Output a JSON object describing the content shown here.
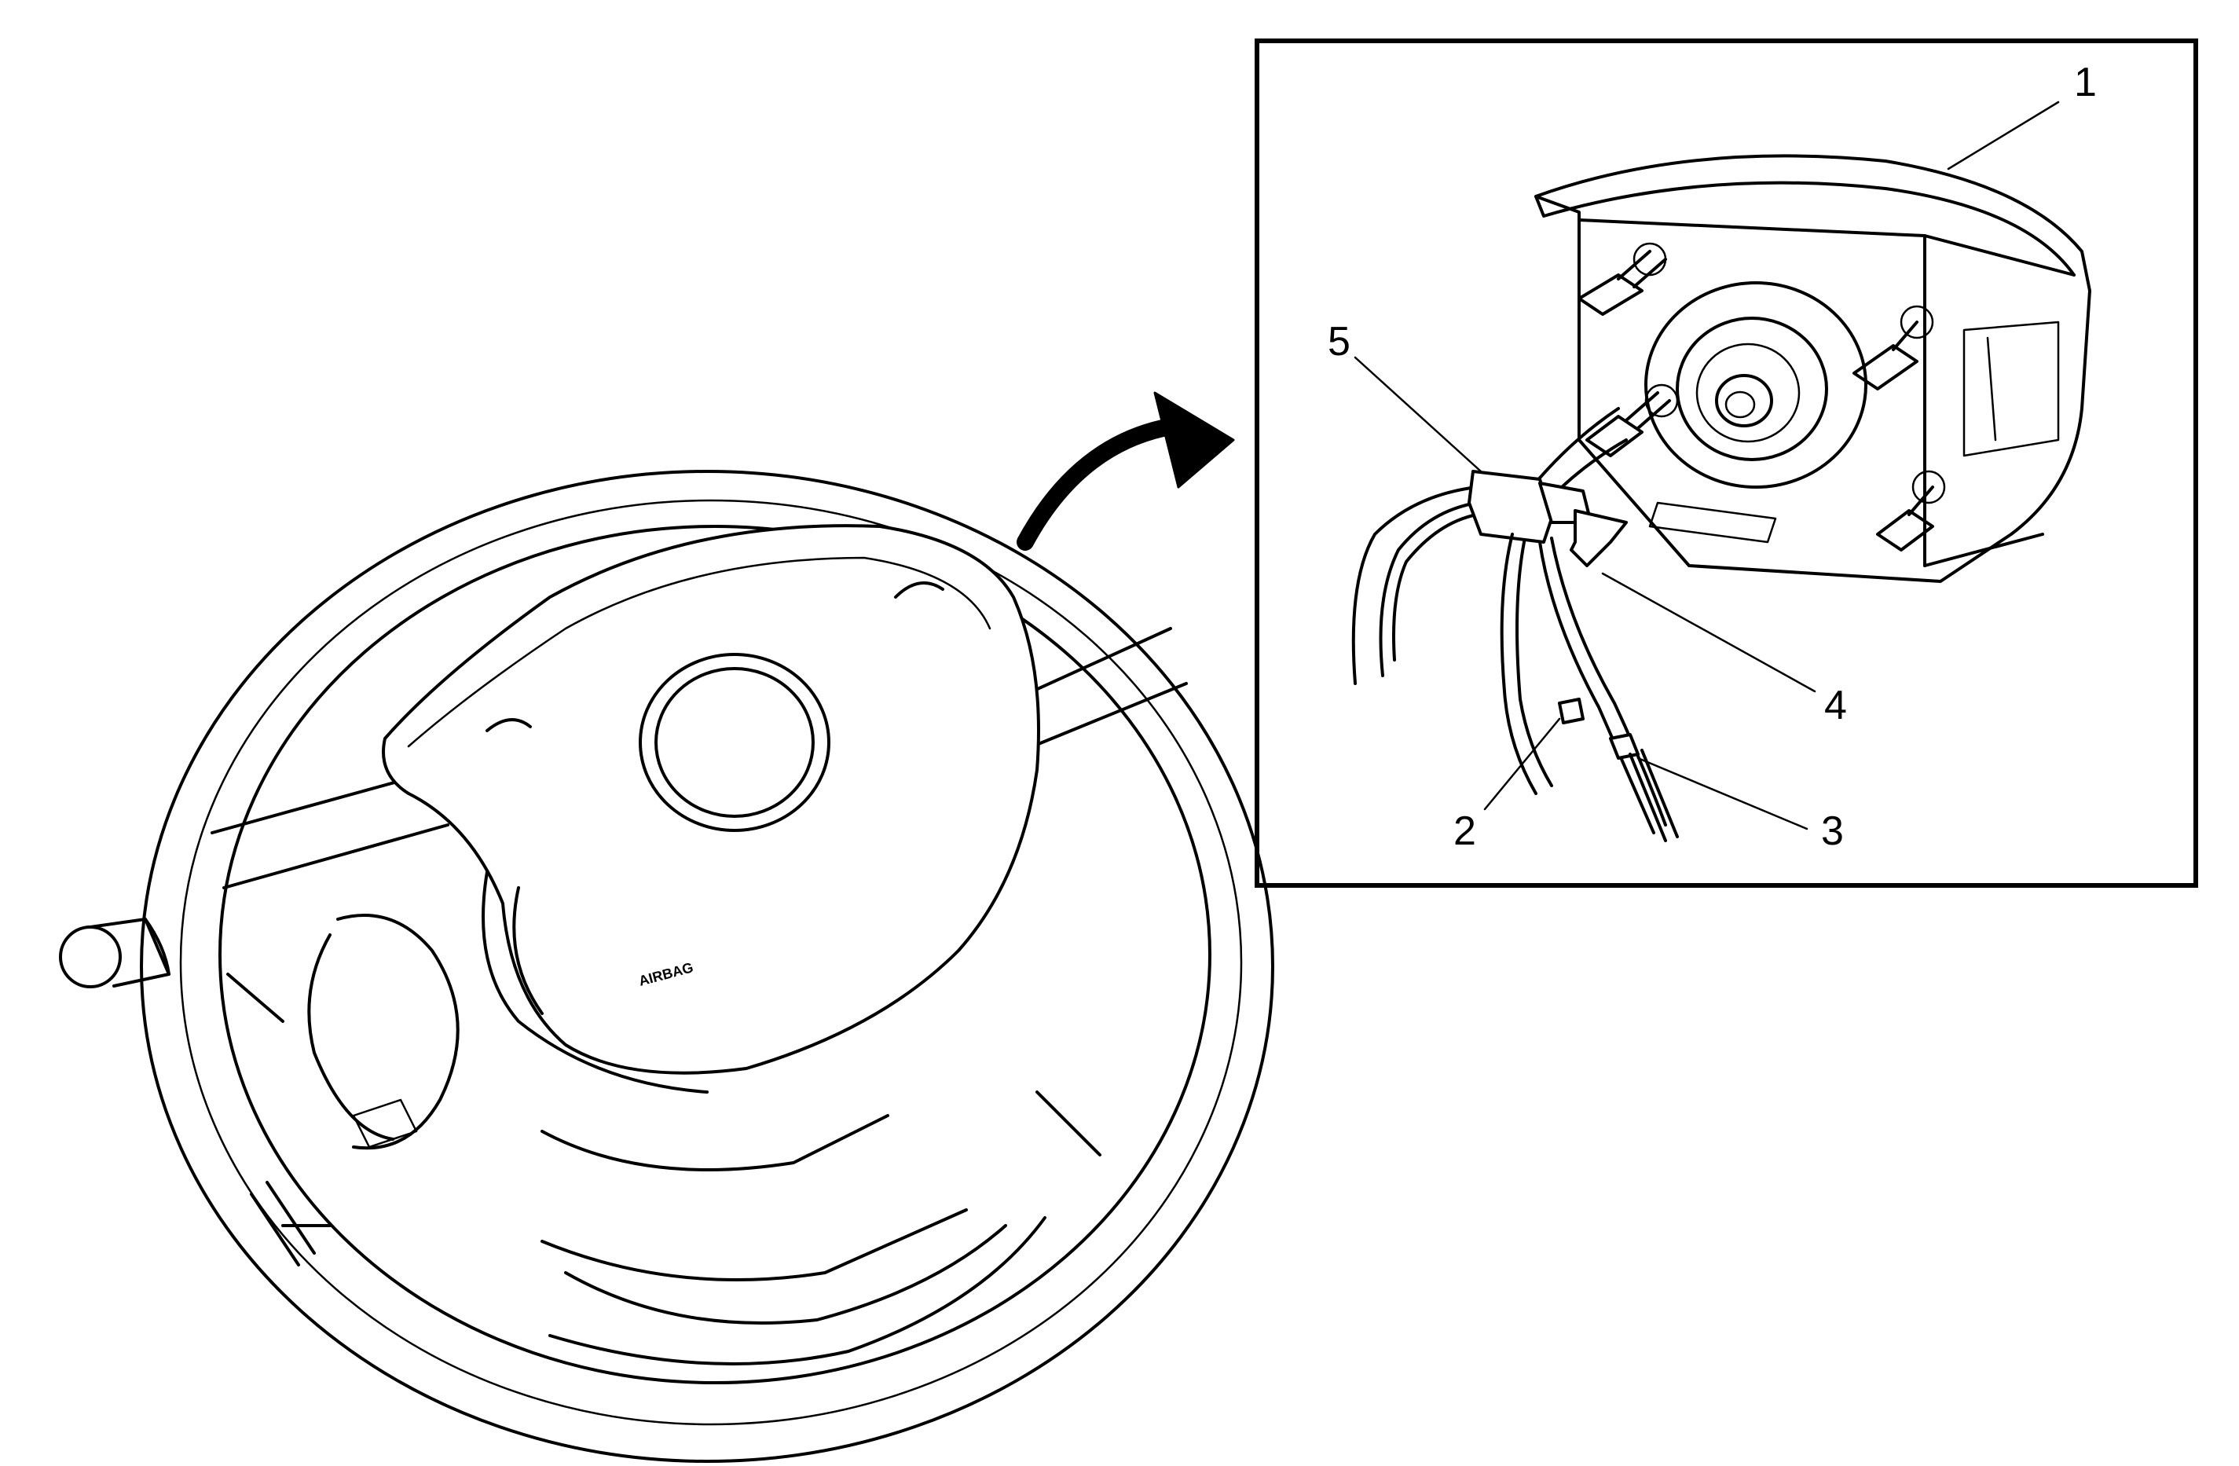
{
  "callouts": {
    "c1": "1",
    "c2": "2",
    "c3": "3",
    "c4": "4",
    "c5": "5"
  },
  "module_text": "AIRBAG",
  "colors": {
    "line": "#000000",
    "background": "#ffffff"
  }
}
